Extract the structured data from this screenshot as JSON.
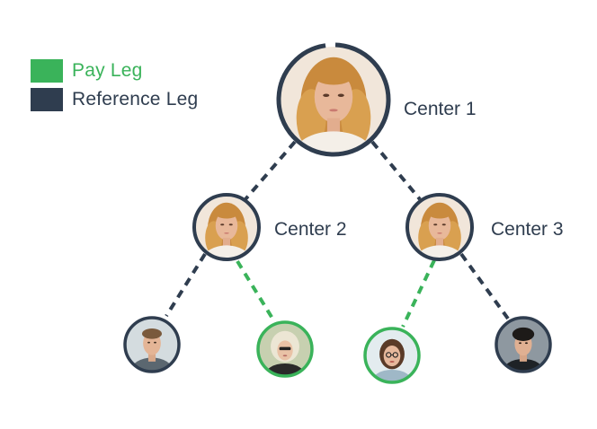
{
  "colors": {
    "pay": "#3ab35a",
    "reference": "#2f3d4f",
    "text": "#2f3d4f"
  },
  "legend": {
    "pay_label": "Pay Leg",
    "reference_label": "Reference Leg"
  },
  "nodes": {
    "center1": {
      "label": "Center 1",
      "icon": "woman-portrait-avatar"
    },
    "center2": {
      "label": "Center 2",
      "icon": "woman-portrait-avatar"
    },
    "center3": {
      "label": "Center 3",
      "icon": "woman-portrait-avatar"
    },
    "leaf1": {
      "icon": "man-portrait-avatar",
      "leg": "reference"
    },
    "leaf2": {
      "icon": "blonde-woman-avatar",
      "leg": "pay"
    },
    "leaf3": {
      "icon": "woman-glasses-avatar",
      "leg": "pay"
    },
    "leaf4": {
      "icon": "young-man-avatar",
      "leg": "reference"
    }
  }
}
